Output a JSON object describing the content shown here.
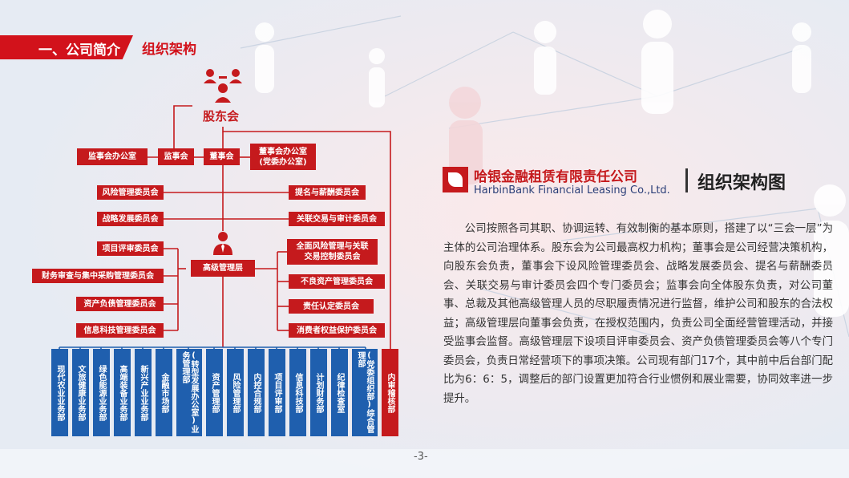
{
  "header": {
    "section": "一、公司简介",
    "sub": "组织架构"
  },
  "chart": {
    "shareholders": "股东会",
    "supervisory_office": "监事会办公室",
    "supervisory": "监事会",
    "board": "董事会",
    "board_office": "董事会办公室\n(党委办公室)",
    "board_committees_left": [
      "风险管理委员会",
      "战略发展委员会"
    ],
    "board_committees_right": [
      "提名与薪酬委员会",
      "关联交易与审计委员会"
    ],
    "management": "高级管理层",
    "mgmt_committees_left": [
      "项目评审委员会",
      "财务审查与集中采购管理委员会",
      "资产负债管理委员会",
      "信息科技管理委员会"
    ],
    "mgmt_committees_right": [
      "全面风险管理与关联\n交易控制委员会",
      "不良资产管理委员会",
      "责任认定委员会",
      "消费者权益保护委员会"
    ],
    "departments": [
      "现代农业业务部",
      "文旅健康业务部",
      "绿色能源业务部",
      "高端装备业务部",
      "新兴产业业务部",
      "金融市场部",
      "(转型发展办公室)业务管理部",
      "资产管理部",
      "风险管理部",
      "内控合规部",
      "项目评审部",
      "信息科技部",
      "计划财务部",
      "纪律检查室",
      "(党委组织部)综合管理部"
    ],
    "audit_dept": "内审稽核部"
  },
  "logo": {
    "cn": "哈银金融租赁有限责任公司",
    "en": "HarbinBank Financial Leasing Co.,Ltd.",
    "title": "组织架构图"
  },
  "description": "公司按照各司其职、协调运转、有效制衡的基本原则，搭建了以“三会一层”为主体的公司治理体系。股东会为公司最高权力机构；董事会是公司经营决策机构，向股东会负责，董事会下设风险管理委员会、战略发展委员会、提名与薪酬委员会、关联交易与审计委员会四个专门委员会；监事会向全体股东负责，对公司董事、总裁及其他高级管理人员的尽职履责情况进行监督，维护公司和股东的合法权益；高级管理层向董事会负责，在授权范围内，负责公司全面经营管理活动，并接受监事会监督。高级管理层下设项目评审委员会、资产负债管理委员会等八个专门委员会，负责日常经营项下的事项决策。公司现有部门17个，其中前中后台部门配比为6：6：5，调整后的部门设置更加符合行业惯例和展业需要，协同效率进一步提升。",
  "page": "-3-",
  "colors": {
    "red": "#c51a1d",
    "blue": "#1f5fae"
  }
}
